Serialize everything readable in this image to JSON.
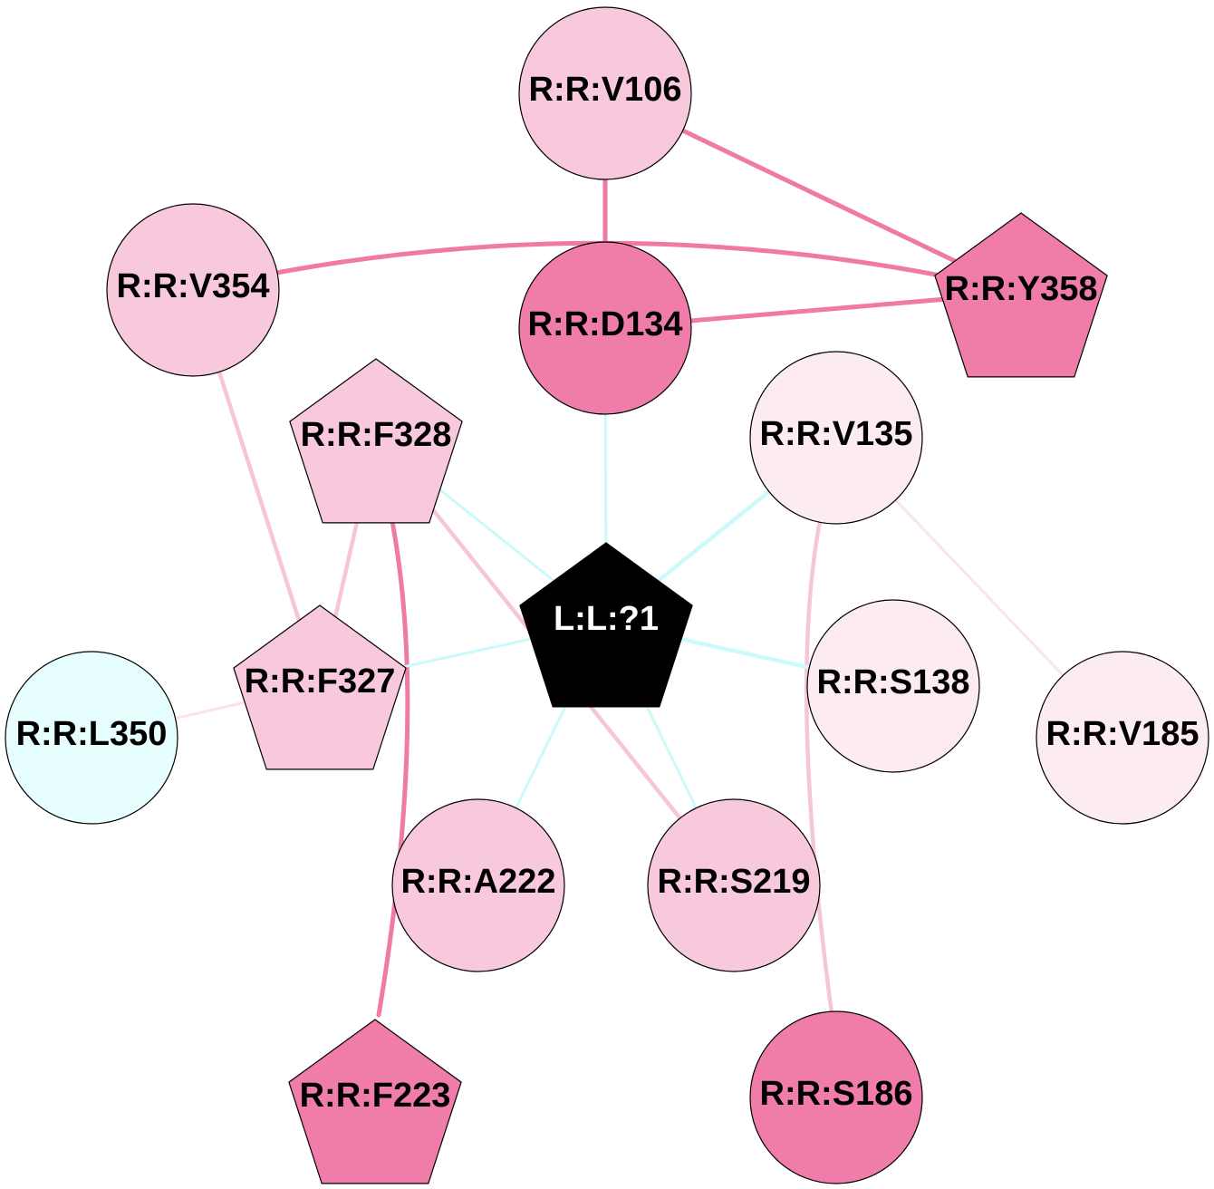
{
  "colors": {
    "strong_pink": "#f07caa",
    "light_pink": "#f8c8dc",
    "pale_pink": "#fcebf2",
    "light_cyan": "#e6fefe",
    "ligand_black": "#000000",
    "edge_cyan": "#ccfafa",
    "edge_pink_strong": "#ef79a7",
    "edge_pink_light": "#f7c5d8",
    "edge_pink_pale": "#fbe3ec"
  },
  "nodes": [
    {
      "id": "V106",
      "label": "R:R:V106",
      "shape": "circle",
      "fill": "light_pink",
      "text_color": "#000000"
    },
    {
      "id": "V354",
      "label": "R:R:V354",
      "shape": "circle",
      "fill": "light_pink",
      "text_color": "#000000"
    },
    {
      "id": "D134",
      "label": "R:R:D134",
      "shape": "circle",
      "fill": "strong_pink",
      "text_color": "#000000"
    },
    {
      "id": "Y358",
      "label": "R:R:Y358",
      "shape": "pentagon",
      "fill": "strong_pink",
      "text_color": "#000000"
    },
    {
      "id": "F328",
      "label": "R:R:F328",
      "shape": "pentagon",
      "fill": "light_pink",
      "text_color": "#000000"
    },
    {
      "id": "V135",
      "label": "R:R:V135",
      "shape": "circle",
      "fill": "pale_pink",
      "text_color": "#000000"
    },
    {
      "id": "L1",
      "label": "L:L:?1",
      "shape": "pentagon",
      "fill": "ligand_black",
      "text_color": "#ffffff"
    },
    {
      "id": "F327",
      "label": "R:R:F327",
      "shape": "pentagon",
      "fill": "light_pink",
      "text_color": "#000000"
    },
    {
      "id": "S138",
      "label": "R:R:S138",
      "shape": "circle",
      "fill": "pale_pink",
      "text_color": "#000000"
    },
    {
      "id": "V185",
      "label": "R:R:V185",
      "shape": "circle",
      "fill": "pale_pink",
      "text_color": "#000000"
    },
    {
      "id": "L350",
      "label": "R:R:L350",
      "shape": "circle",
      "fill": "light_cyan",
      "text_color": "#000000"
    },
    {
      "id": "A222",
      "label": "R:R:A222",
      "shape": "circle",
      "fill": "light_pink",
      "text_color": "#000000"
    },
    {
      "id": "S219",
      "label": "R:R:S219",
      "shape": "circle",
      "fill": "light_pink",
      "text_color": "#000000"
    },
    {
      "id": "F223",
      "label": "R:R:F223",
      "shape": "pentagon",
      "fill": "strong_pink",
      "text_color": "#000000"
    },
    {
      "id": "S186",
      "label": "R:R:S186",
      "shape": "circle",
      "fill": "strong_pink",
      "text_color": "#000000"
    }
  ],
  "edges": [
    {
      "source": "V106",
      "target": "D134",
      "color": "edge_pink_strong",
      "weight": "strong"
    },
    {
      "source": "V106",
      "target": "Y358",
      "color": "edge_pink_strong",
      "weight": "strong"
    },
    {
      "source": "V354",
      "target": "Y358",
      "color": "edge_pink_strong",
      "weight": "strong"
    },
    {
      "source": "D134",
      "target": "Y358",
      "color": "edge_pink_strong",
      "weight": "strong"
    },
    {
      "source": "F328",
      "target": "F223",
      "color": "edge_pink_strong",
      "weight": "strong"
    },
    {
      "source": "V354",
      "target": "F327",
      "color": "edge_pink_light",
      "weight": "medium"
    },
    {
      "source": "F328",
      "target": "F327",
      "color": "edge_pink_light",
      "weight": "medium"
    },
    {
      "source": "F328",
      "target": "S219",
      "color": "edge_pink_light",
      "weight": "medium"
    },
    {
      "source": "V135",
      "target": "S186",
      "color": "edge_pink_light",
      "weight": "medium"
    },
    {
      "source": "F327",
      "target": "L350",
      "color": "edge_pink_pale",
      "weight": "light"
    },
    {
      "source": "V135",
      "target": "V185",
      "color": "edge_pink_pale",
      "weight": "light"
    },
    {
      "source": "D134",
      "target": "L1",
      "color": "edge_cyan",
      "weight": "light"
    },
    {
      "source": "V135",
      "target": "L1",
      "color": "edge_cyan",
      "weight": "medium"
    },
    {
      "source": "F328",
      "target": "L1",
      "color": "edge_cyan",
      "weight": "light"
    },
    {
      "source": "F327",
      "target": "L1",
      "color": "edge_cyan",
      "weight": "light"
    },
    {
      "source": "S138",
      "target": "L1",
      "color": "edge_cyan",
      "weight": "medium"
    },
    {
      "source": "A222",
      "target": "L1",
      "color": "edge_cyan",
      "weight": "light"
    },
    {
      "source": "S219",
      "target": "L1",
      "color": "edge_cyan",
      "weight": "light"
    }
  ]
}
